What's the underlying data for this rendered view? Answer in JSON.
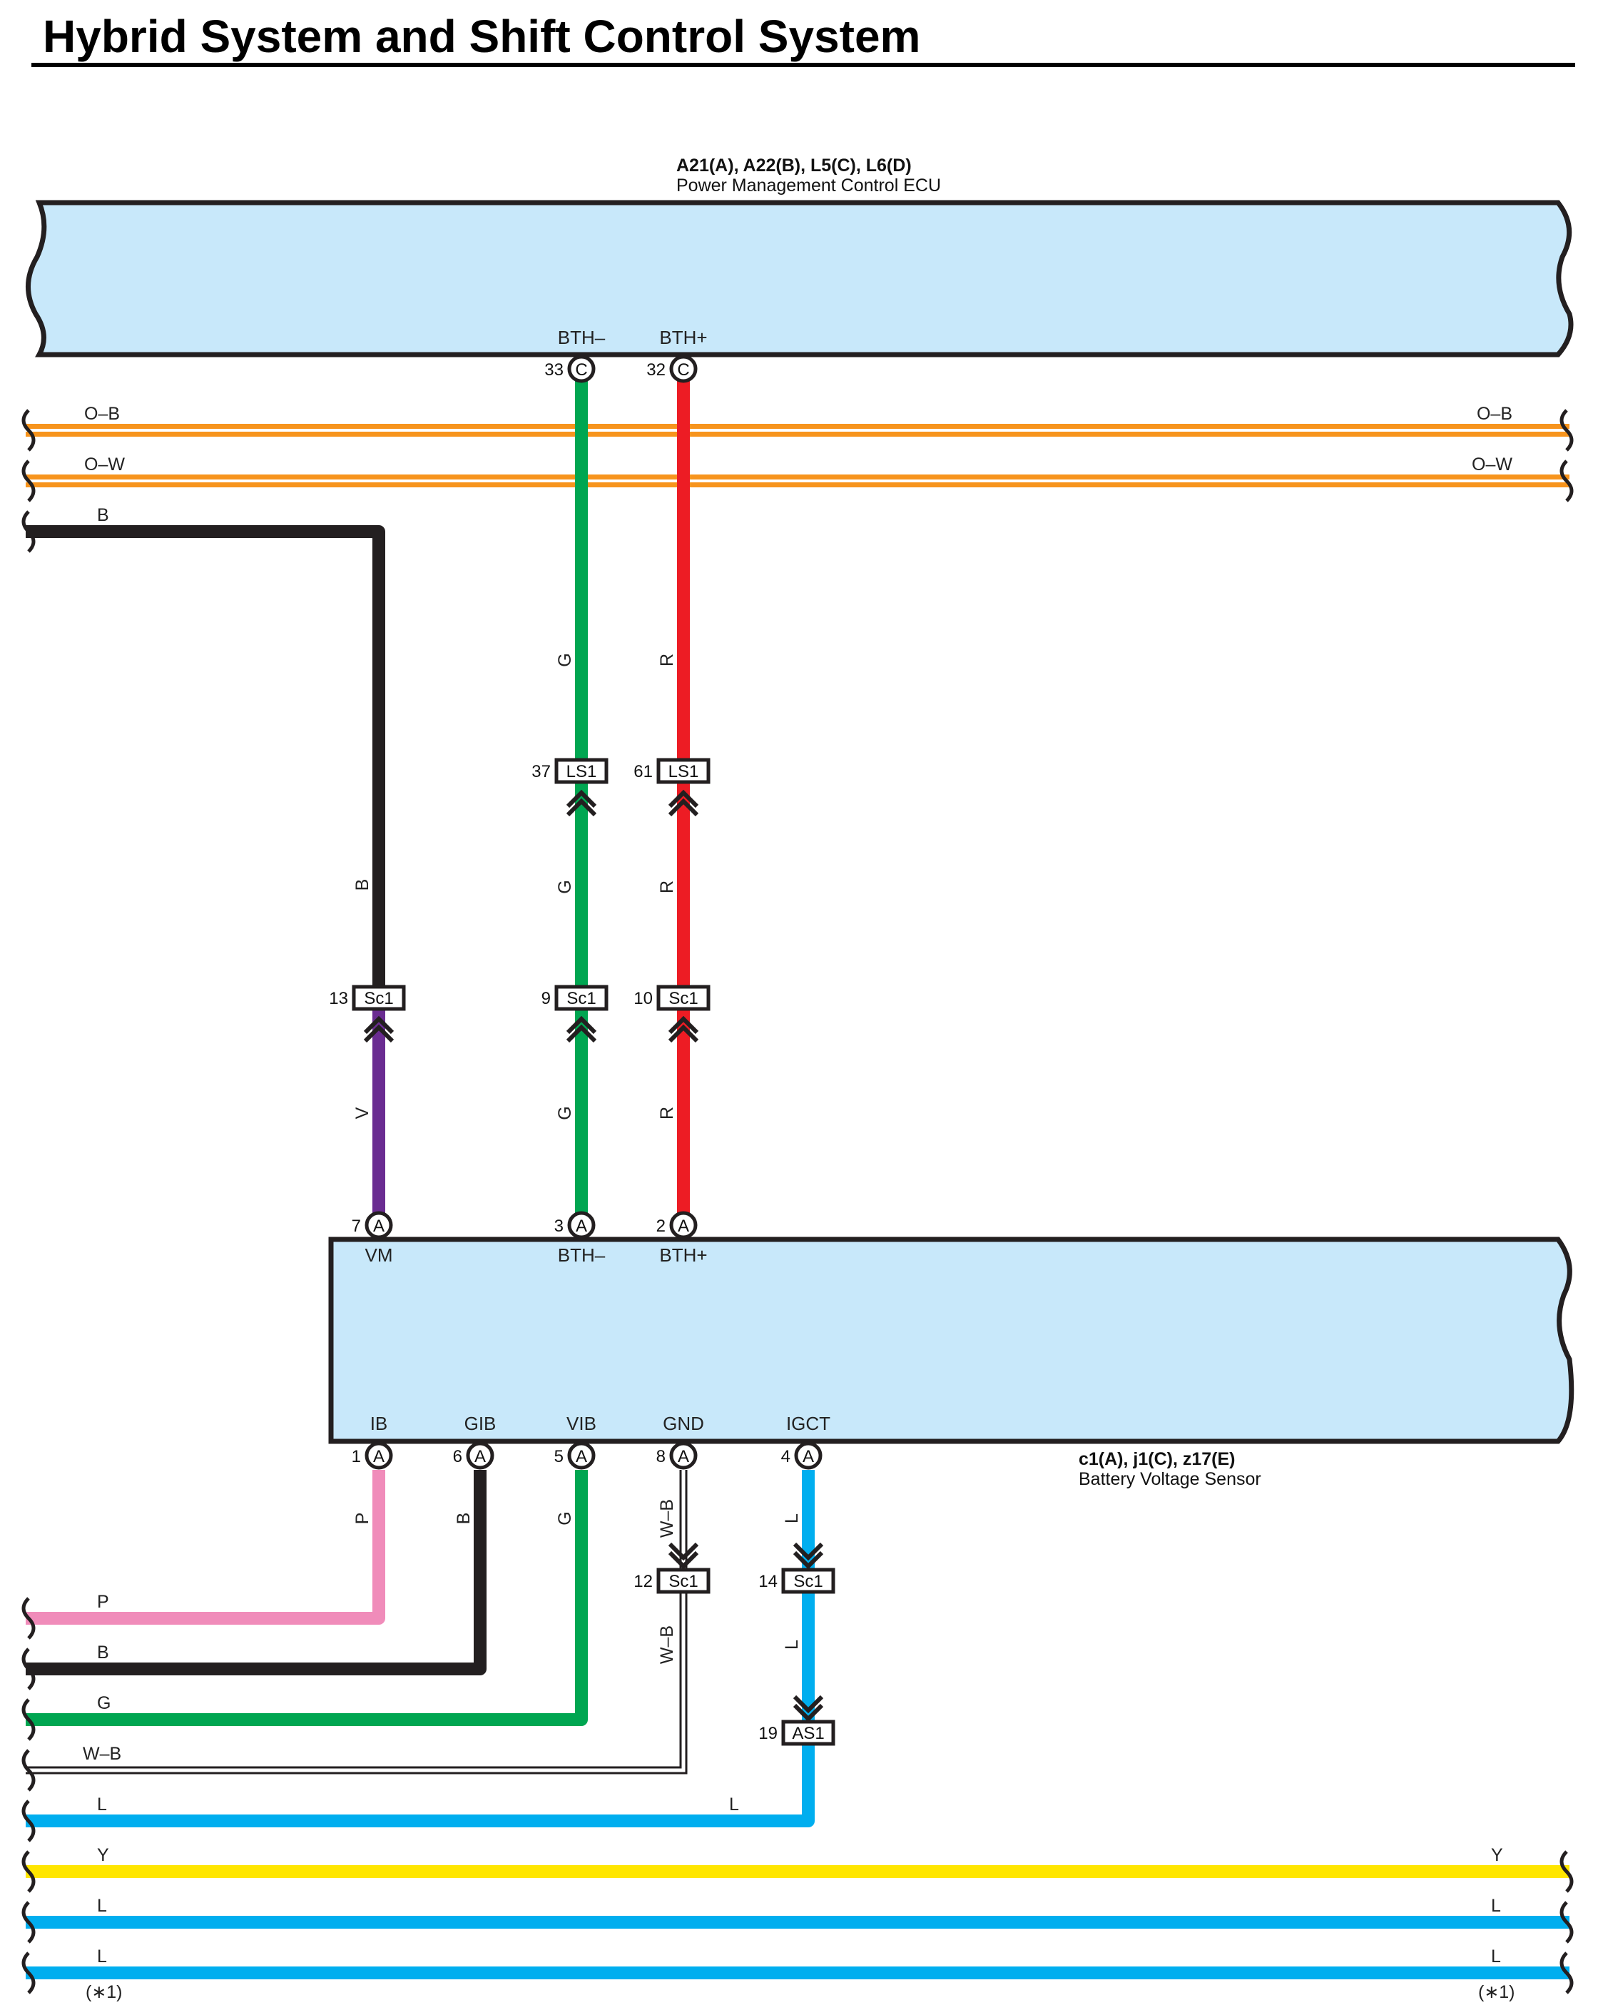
{
  "title": "Hybrid System and Shift Control System",
  "colors": {
    "G": "#00a651",
    "R": "#ed1c24",
    "B": "#231f20",
    "V": "#6a2c91",
    "P": "#f08cba",
    "L": "#00aeef",
    "Y": "#ffe600",
    "O": "#f7941d",
    "component_fill": "#c8e8fa"
  },
  "components": {
    "ecu": {
      "ids": "A21(A), A22(B), L5(C), L6(D)",
      "name": "Power Management Control ECU",
      "terminals": [
        {
          "name": "BTH–",
          "pin": "33",
          "connector": "C"
        },
        {
          "name": "BTH+",
          "pin": "32",
          "connector": "C"
        }
      ]
    },
    "sensor": {
      "ids": "c1(A), j1(C), z17(E)",
      "name": "Battery Voltage Sensor",
      "top_terminals": [
        {
          "name": "VM",
          "pin": "7",
          "connector": "A"
        },
        {
          "name": "BTH–",
          "pin": "3",
          "connector": "A"
        },
        {
          "name": "BTH+",
          "pin": "2",
          "connector": "A"
        }
      ],
      "bottom_terminals": [
        {
          "name": "IB",
          "pin": "1",
          "connector": "A"
        },
        {
          "name": "GIB",
          "pin": "6",
          "connector": "A"
        },
        {
          "name": "VIB",
          "pin": "5",
          "connector": "A"
        },
        {
          "name": "GND",
          "pin": "8",
          "connector": "A"
        },
        {
          "name": "IGCT",
          "pin": "4",
          "connector": "A"
        }
      ]
    }
  },
  "connectors": [
    {
      "id": "LS1",
      "pin": "37"
    },
    {
      "id": "LS1",
      "pin": "61"
    },
    {
      "id": "Sc1",
      "pin": "13"
    },
    {
      "id": "Sc1",
      "pin": "9"
    },
    {
      "id": "Sc1",
      "pin": "10"
    },
    {
      "id": "Sc1",
      "pin": "12"
    },
    {
      "id": "Sc1",
      "pin": "14"
    },
    {
      "id": "AS1",
      "pin": "19"
    }
  ],
  "wire_labels": {
    "ob_left": "O–B",
    "ob_right": "O–B",
    "ow_left": "O–W",
    "ow_right": "O–W",
    "b_top": "B",
    "b_vert": "B",
    "v_vert": "V",
    "g_upper": "G",
    "g_mid": "G",
    "g_lower": "G",
    "r_upper": "R",
    "r_mid": "R",
    "r_lower": "R",
    "p_vert": "P",
    "b_gib_vert": "B",
    "g_vib_vert": "G",
    "wb_upper": "W–B",
    "wb_lower": "W–B",
    "l_upper": "L",
    "l_lower": "L",
    "p_h": "P",
    "b_h": "B",
    "g_h": "G",
    "wb_h": "W–B",
    "l_h": "L",
    "l_h_mid": "L",
    "y_left": "Y",
    "y_right": "Y",
    "l2_left": "L",
    "l2_right": "L",
    "l3_left": "L",
    "l3_right": "L",
    "note_left": "(∗1)",
    "note_right": "(∗1)"
  }
}
